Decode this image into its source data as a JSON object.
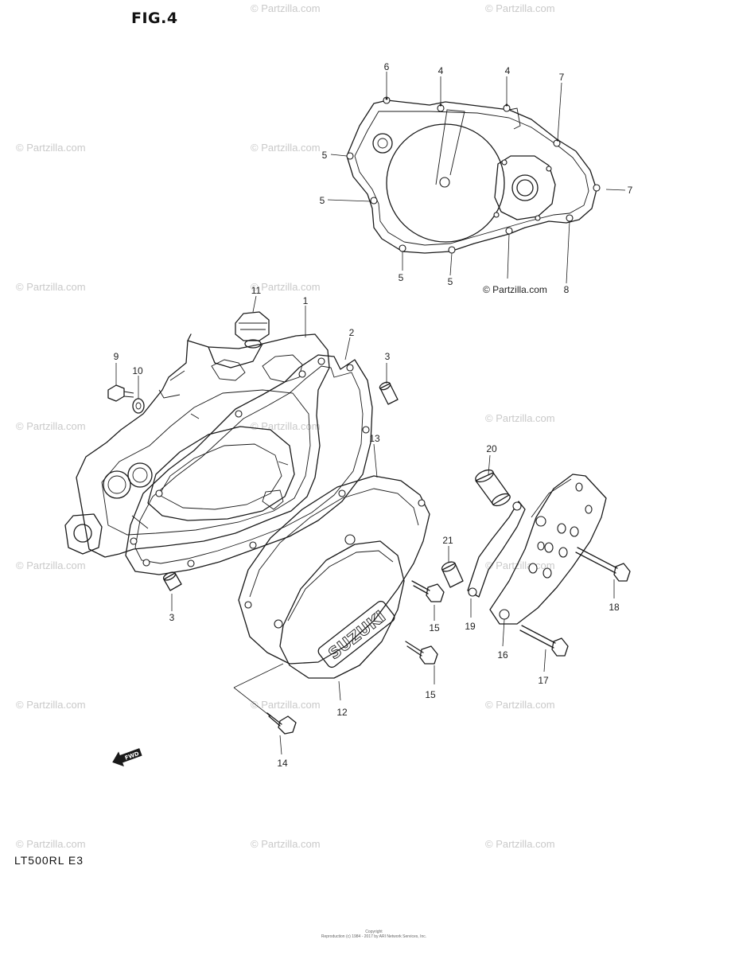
{
  "figure": {
    "title": "FIG.4",
    "model": "LT500RL  E3"
  },
  "watermark": {
    "text": "© Partzilla.com",
    "color": "#c9c9c9"
  },
  "badge": {
    "logo_text": "SUZUKI"
  },
  "fwd_arrow": {
    "text": "FWD"
  },
  "copyright": {
    "line1": "Copyright",
    "line2": "Reproduction (c) 1984 - 2017 by ARI Network Services, Inc."
  },
  "callouts": {
    "c1": "1",
    "c2": "2",
    "c3a": "3",
    "c3b": "3",
    "c4a": "4",
    "c4b": "4",
    "c5a": "5",
    "c5b": "5",
    "c5c": "5",
    "c5d": "5",
    "c6": "6",
    "c7a": "7",
    "c7b": "7",
    "c8": "8",
    "c9": "9",
    "c10": "10",
    "c11": "11",
    "c12": "12",
    "c13": "13",
    "c14": "14",
    "c15a": "15",
    "c15b": "15",
    "c16": "16",
    "c17": "17",
    "c18": "18",
    "c19": "19",
    "c20": "20",
    "c21": "21"
  }
}
